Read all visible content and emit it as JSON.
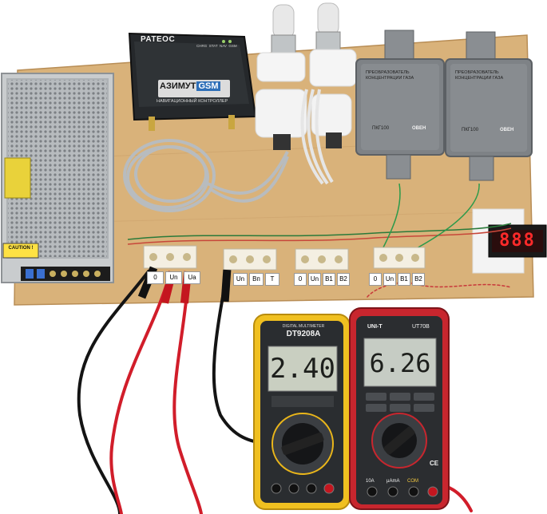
{
  "power_supply": {
    "caution_label": "CAUTION !"
  },
  "gsm_controller": {
    "brand": "PATEOC",
    "indicator_labels": "CHRG  STAT  NAV  GSM",
    "model_part1": "АЗИМУТ",
    "model_part2": "GSM",
    "subtitle": "НАВИГАЦИОННЫЙ КОНТРОЛЛЕР"
  },
  "gas_converter_left": {
    "title_line1": "ПРЕОБРАЗОВАТЕЛЬ",
    "title_line2": "КОНЦЕНТРАЦИИ ГАЗА",
    "model": "ПКГ100",
    "brand": "ОВЕН"
  },
  "gas_converter_right": {
    "title_line1": "ПРЕОБРАЗОВАТЕЛЬ",
    "title_line2": "КОНЦЕНТРАЦИИ ГАЗА",
    "model": "ПКГ100",
    "brand": "ОВЕН"
  },
  "led_display": {
    "value": "888"
  },
  "terminal_groups": [
    {
      "labels": [
        "0",
        "Un",
        "Ua"
      ]
    },
    {
      "labels": [
        "Un",
        "Вп",
        "Т"
      ]
    },
    {
      "labels": [
        "0",
        "Un",
        "В1",
        "В2"
      ]
    },
    {
      "labels": [
        "0",
        "Un",
        "В1",
        "В2"
      ]
    }
  ],
  "multimeter_left": {
    "brand": "DIGITAL MULTIMETER",
    "model": "DT9208A",
    "reading": "2.40"
  },
  "multimeter_right": {
    "brand": "UNI-T",
    "model": "UT70B",
    "reading": "6.26",
    "label_ce": "CE",
    "label_10a": "10A",
    "label_ua": "µAmA",
    "label_com": "COM"
  },
  "colors": {
    "board": "#d9b27a",
    "multimeter_left_body": "#f0c020",
    "multimeter_right_body": "#c8262e",
    "led_digits": "#ff2a2a",
    "gas_box": "#7e8286"
  }
}
